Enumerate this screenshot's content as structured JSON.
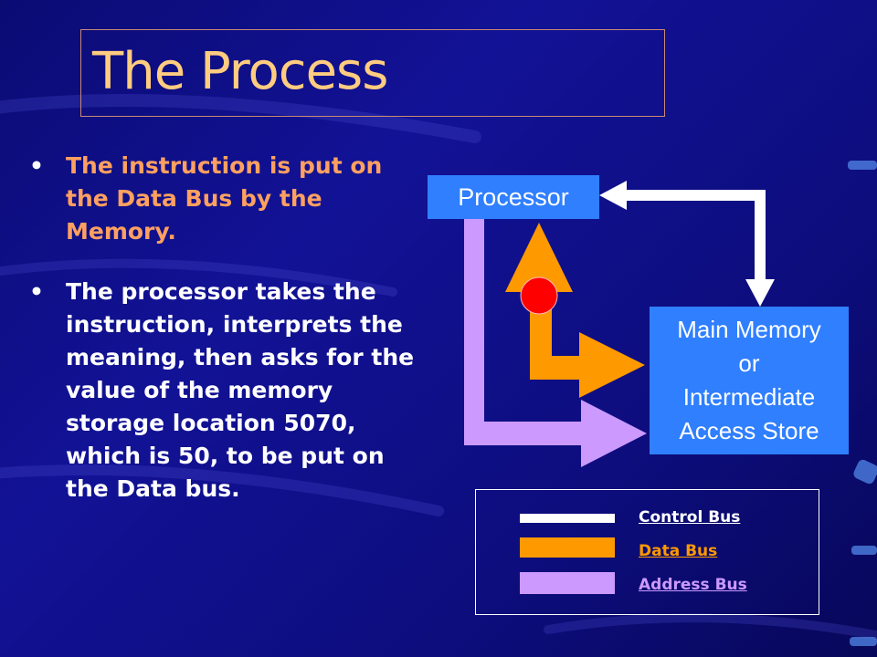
{
  "slide": {
    "title": "The Process",
    "bullets": [
      "The instruction is put on the Data Bus by the Memory.",
      "The processor takes the instruction, interprets the meaning, then asks for the value of the memory storage location 5070, which is 50, to be put on the Data bus."
    ]
  },
  "diagram": {
    "processor_label": "Processor",
    "memory_label_lines": [
      "Main Memory",
      "or",
      "Intermediate",
      "Access Store"
    ]
  },
  "legend": {
    "items": [
      {
        "label": "Control Bus",
        "color": "#ffffff",
        "label_color": "#ffffff"
      },
      {
        "label": "Data Bus",
        "color": "#ff9900",
        "label_color": "#ff9900"
      },
      {
        "label": "Address Bus",
        "color": "#cc99ff",
        "label_color": "#cc99ff"
      }
    ]
  },
  "colors": {
    "background": "#10108a",
    "title_text": "#ffcc80",
    "box_fill": "#2f7fff",
    "control_bus": "#ffffff",
    "data_bus": "#ff9900",
    "address_bus": "#cc99ff",
    "signal_dot": "#ff0000"
  }
}
